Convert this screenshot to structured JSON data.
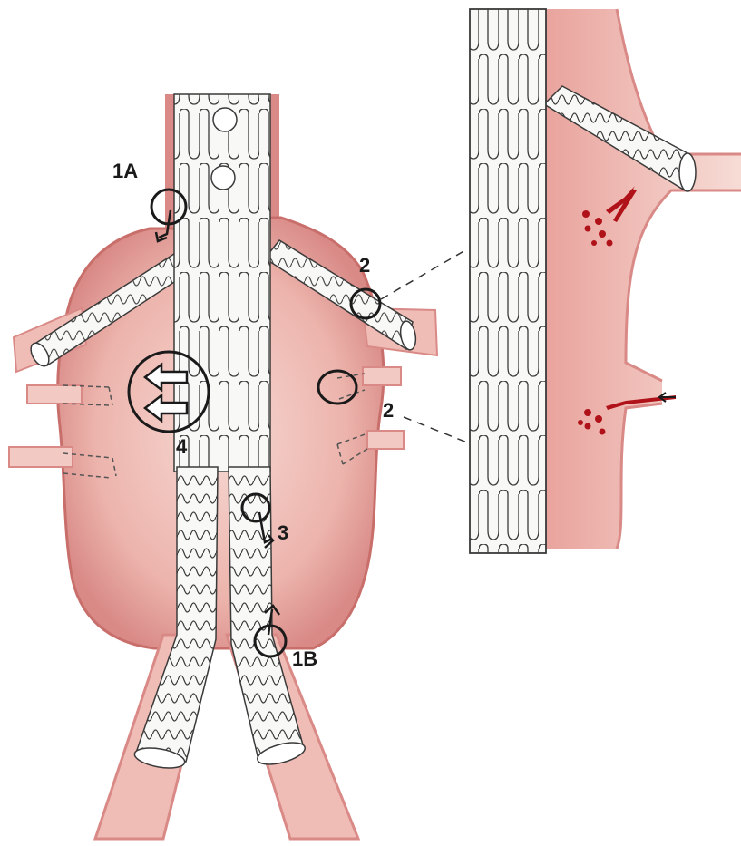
{
  "labels": {
    "type_1a": "1A",
    "type_1b": "1B",
    "type_2_upper": "2",
    "type_2_lower": "2",
    "type_3": "3",
    "type_4": "4"
  },
  "colors": {
    "vessel_wall": "#d98a87",
    "vessel_fill": "#f3c9c4",
    "sac_fill": "#edb5ad",
    "stent_fill": "#f8f8f6",
    "stent_wire": "#3a3a3a",
    "blood": "#b0121a",
    "annotation": "#1a1a1a"
  }
}
